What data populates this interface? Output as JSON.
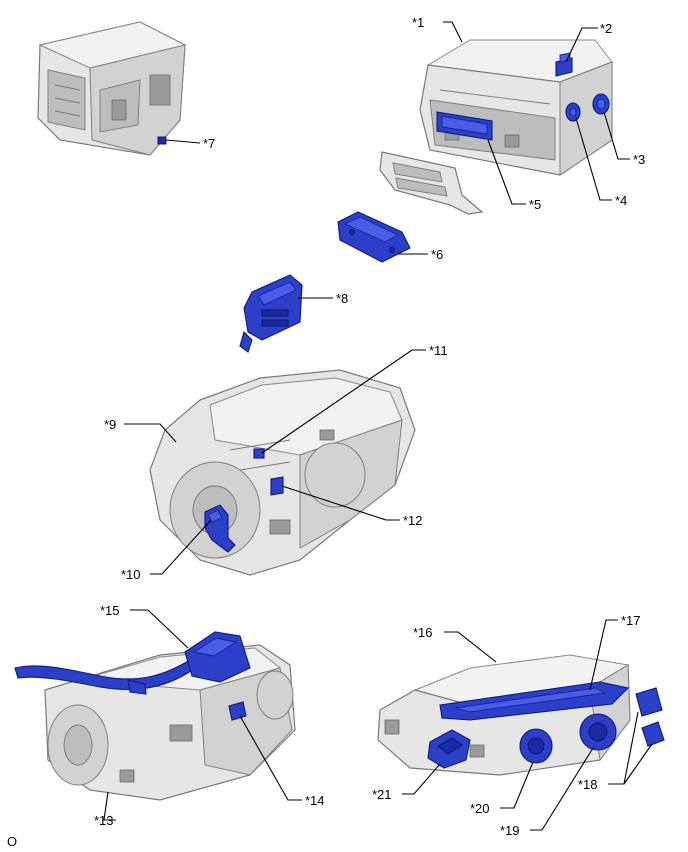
{
  "callouts": [
    {
      "id": "c1",
      "text": "*1"
    },
    {
      "id": "c2",
      "text": "*2"
    },
    {
      "id": "c3",
      "text": "*3"
    },
    {
      "id": "c4",
      "text": "*4"
    },
    {
      "id": "c5",
      "text": "*5"
    },
    {
      "id": "c6",
      "text": "*6"
    },
    {
      "id": "c7",
      "text": "*7"
    },
    {
      "id": "c8",
      "text": "*8"
    },
    {
      "id": "c9",
      "text": "*9"
    },
    {
      "id": "c10",
      "text": "*10"
    },
    {
      "id": "c11",
      "text": "*11"
    },
    {
      "id": "c12",
      "text": "*12"
    },
    {
      "id": "c13",
      "text": "*13"
    },
    {
      "id": "c14",
      "text": "*14"
    },
    {
      "id": "c15",
      "text": "*15"
    },
    {
      "id": "c16",
      "text": "*16"
    },
    {
      "id": "c17",
      "text": "*17"
    },
    {
      "id": "c18",
      "text": "*18"
    },
    {
      "id": "c19",
      "text": "*19"
    },
    {
      "id": "c20",
      "text": "*20"
    },
    {
      "id": "c21",
      "text": "*21"
    }
  ],
  "corner_mark": "O",
  "colors": {
    "highlight": "#2c3fc9",
    "part_gray": "#d2d2d2",
    "leader_line": "#000000"
  }
}
